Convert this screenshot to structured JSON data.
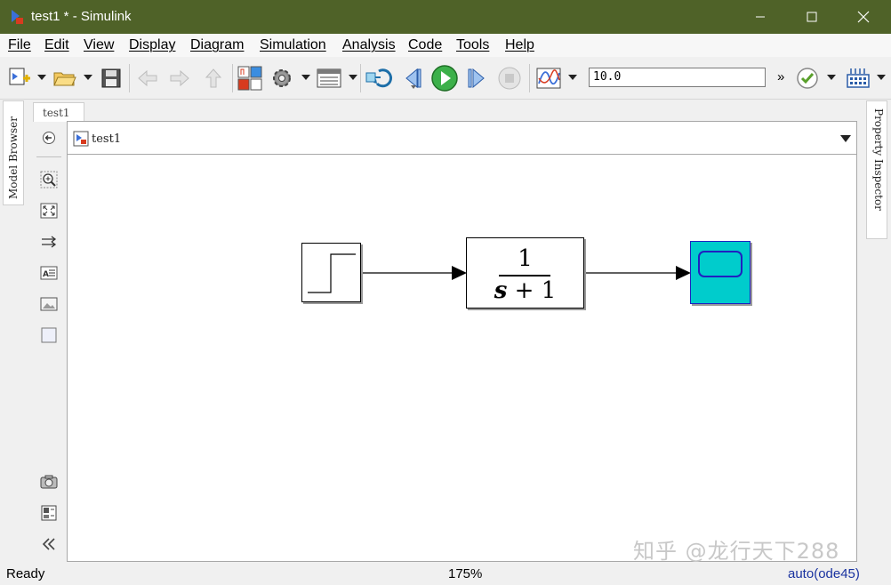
{
  "window": {
    "title": "test1 * - Simulink"
  },
  "menu": {
    "items": [
      {
        "label": "File"
      },
      {
        "label": "Edit"
      },
      {
        "label": "View"
      },
      {
        "label": "Display"
      },
      {
        "label": "Diagram"
      },
      {
        "label": "Simulation"
      },
      {
        "label": "Analysis"
      },
      {
        "label": "Code"
      },
      {
        "label": "Tools"
      },
      {
        "label": "Help"
      }
    ]
  },
  "toolbar": {
    "stop_time": "10.0",
    "overflow": "»"
  },
  "side_panels": {
    "left": "Model Browser",
    "right": "Property Inspector"
  },
  "editor": {
    "tab_label": "test1",
    "breadcrumb": "test1"
  },
  "diagram": {
    "transfer_fcn": {
      "numerator": "1",
      "denominator_var": "s",
      "denominator_rest": "+ 1"
    }
  },
  "watermark": "知乎 @龙行天下288",
  "status": {
    "left": "Ready",
    "zoom": "175%",
    "solver": "auto(ode45)"
  },
  "colors": {
    "titlebar": "#4f6228",
    "scope_fill": "#00cccc",
    "scope_border": "#2020c0",
    "solver_text": "#1a33a0"
  }
}
